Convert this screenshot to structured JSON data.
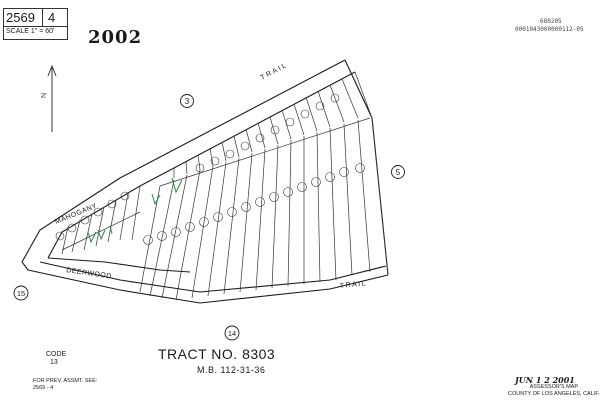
{
  "header": {
    "book": "2569",
    "page": "4",
    "scale": "SCALE 1\" = 60'",
    "year": "2002",
    "ref_line1": "680205",
    "ref_line2": "0001043000000112-05"
  },
  "streets": {
    "trail_top": "TRAIL",
    "mahogany": "MAHOGANY",
    "deerwood": "DEERWOOD",
    "trail_bottom": "TRAIL"
  },
  "circles": [
    "3",
    "5",
    "15",
    "14"
  ],
  "tract": {
    "title": "TRACT NO. 8303",
    "mb": "M.B. 112-31-36"
  },
  "code": {
    "label": "CODE",
    "value": "13"
  },
  "prev_assmt": {
    "line1": "FOR PREV. ASSMT. SEE:",
    "line2": "2569 - 4"
  },
  "footer": {
    "stamp": "JUN 1 2 2001",
    "assessor_line1": "ASSESSOR'S MAP",
    "assessor_line2": "COUNTY OF LOS ANGELES, CALIF."
  },
  "colors": {
    "ink": "#1a1a1a",
    "green_annotation": "#2e8b3e"
  }
}
